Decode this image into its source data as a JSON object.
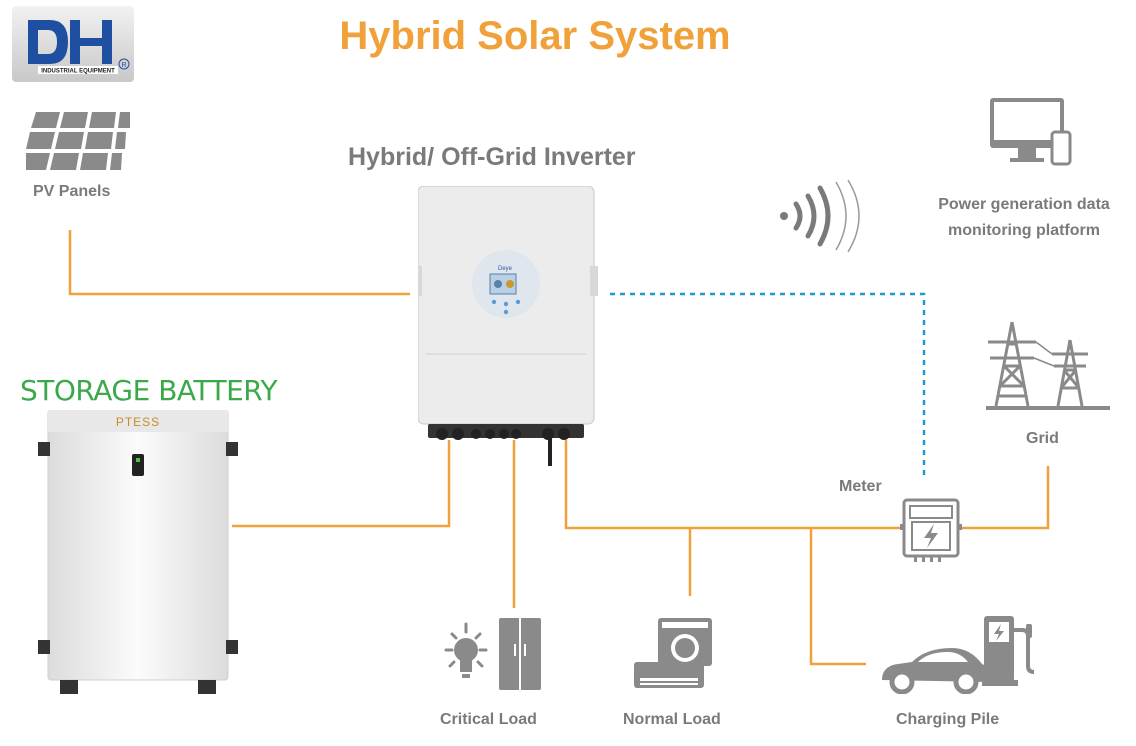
{
  "header": {
    "logo_text": "DH",
    "logo_subtext": "INDUSTRIAL EQUIPMENT",
    "logo_mark": "®",
    "title": "Hybrid Solar System"
  },
  "inverter": {
    "label": "Hybrid/ Off-Grid Inverter",
    "brand": "Deye"
  },
  "nodes": {
    "pv_panels": "PV Panels",
    "monitoring_line1": "Power generation data",
    "monitoring_line2": "monitoring platform",
    "grid": "Grid",
    "meter": "Meter",
    "critical_load": "Critical Load",
    "normal_load": "Normal Load",
    "charging_pile": "Charging Pile"
  },
  "battery": {
    "title": "STORAGE BATTERY",
    "brand": "PTESS"
  },
  "colors": {
    "accent_orange": "#f0a13a",
    "line_orange": "#f0a13a",
    "line_blue_dashed": "#1a9ad6",
    "battery_green": "#3aa94a",
    "icon_gray": "#8a8a8a",
    "logo_blue": "#1f4fa0"
  },
  "icons": [
    "solar-panel-icon",
    "wifi-signal-icon",
    "monitor-phone-icon",
    "transmission-tower-icon",
    "meter-icon",
    "light-bulb-icon",
    "refrigerator-icon",
    "washing-machine-icon",
    "air-conditioner-icon",
    "electric-car-icon",
    "charging-station-icon"
  ]
}
